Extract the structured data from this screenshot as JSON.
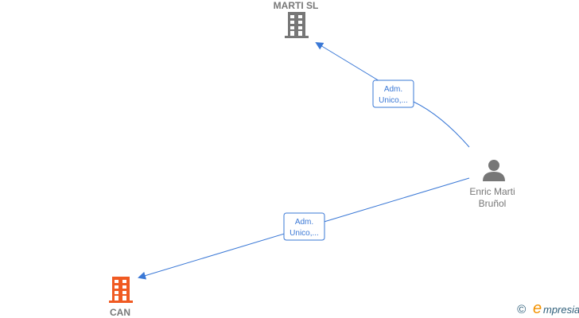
{
  "nodes": {
    "marti_sl": {
      "label": "MARTI SL",
      "type": "company",
      "color": "#777777"
    },
    "can": {
      "label": "CAN",
      "type": "company",
      "color": "#f05a22"
    },
    "person": {
      "label_line1": "Enric Marti",
      "label_line2": "Bruñol",
      "type": "person",
      "color": "#777777"
    }
  },
  "edges": [
    {
      "from": "person",
      "to": "marti_sl",
      "label_line1": "Adm.",
      "label_line2": "Unico,..."
    },
    {
      "from": "person",
      "to": "can",
      "label_line1": "Adm.",
      "label_line2": "Unico,..."
    }
  ],
  "edge_color": "#3a78d6",
  "branding": {
    "copyright": "©",
    "name_initial": "e",
    "name_rest": "mpresia",
    "accent": "#f39200"
  }
}
